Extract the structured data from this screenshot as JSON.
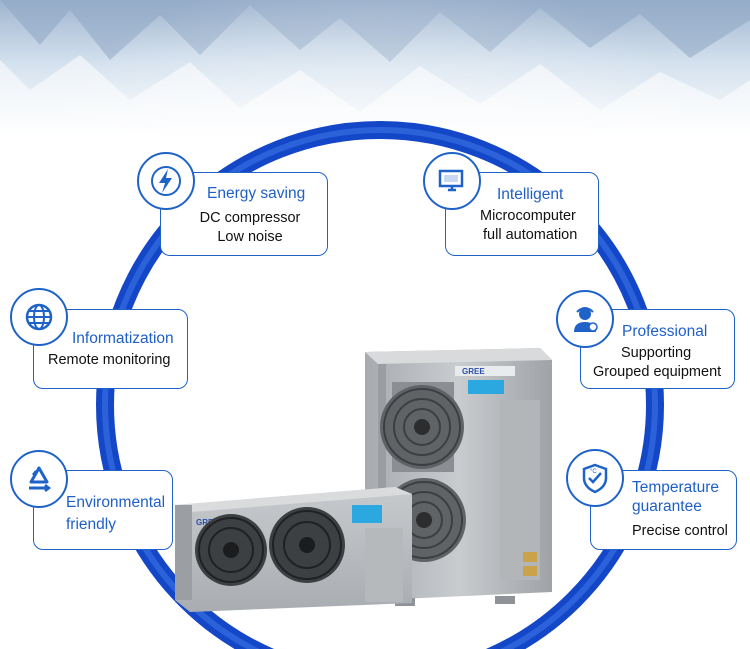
{
  "features": {
    "energy": {
      "title": "Energy saving",
      "line1": "DC compressor",
      "line2": "Low noise",
      "icon": "lightning-icon"
    },
    "intelligent": {
      "title": "Intelligent",
      "line1": "Microcomputer",
      "line2": "full automation",
      "icon": "monitor-icon"
    },
    "informatization": {
      "title": "Informatization",
      "line1": "Remote monitoring",
      "icon": "globe-network-icon"
    },
    "professional": {
      "title": "Professional",
      "line1": "Supporting",
      "line2": "Grouped equipment",
      "icon": "engineer-icon"
    },
    "environmental": {
      "title_line1": "Environmental",
      "title_line2": "friendly",
      "icon": "recycle-icon"
    },
    "temperature": {
      "title_line1": "Temperature",
      "title_line2": "guarantee",
      "line1": "Precise control",
      "icon": "thermometer-shield-icon"
    }
  },
  "colors": {
    "accent": "#1f63c9",
    "ring": "#1446c8",
    "unit": "#b9bcbf"
  }
}
